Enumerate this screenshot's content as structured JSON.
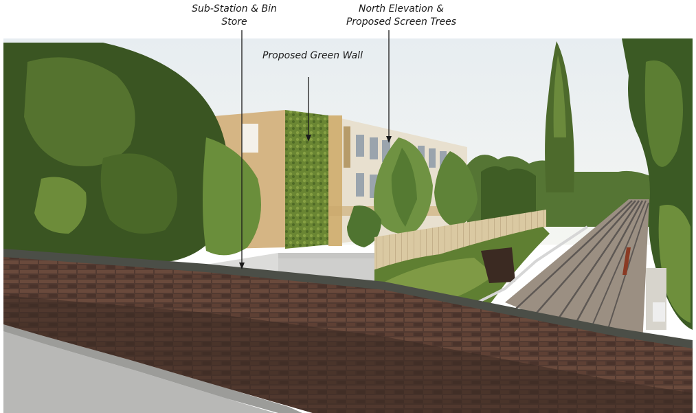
{
  "annotations": {
    "substation": {
      "line1": "Sub-Station & Bin",
      "line2": "Store"
    },
    "green_wall": {
      "text": "Proposed Green Wall"
    },
    "north_elevation": {
      "line1": "North Elevation &",
      "line2": "Proposed Screen Trees"
    }
  },
  "colors": {
    "sky": "#eef2f4",
    "render": "#d7b98a",
    "cladding": "#e9e2d2",
    "foliage_dark": "#2f4a1f",
    "foliage_mid": "#5c7c2e",
    "green_wall": "#6f8a35",
    "brick": "#5a3e34",
    "coping": "#4a4f48",
    "fence": "#d9c9a4",
    "ballast": "#9b8f82",
    "rail": "#6b6560",
    "pavement": "#bdbdbd",
    "arrow": "#1a1a1a"
  }
}
